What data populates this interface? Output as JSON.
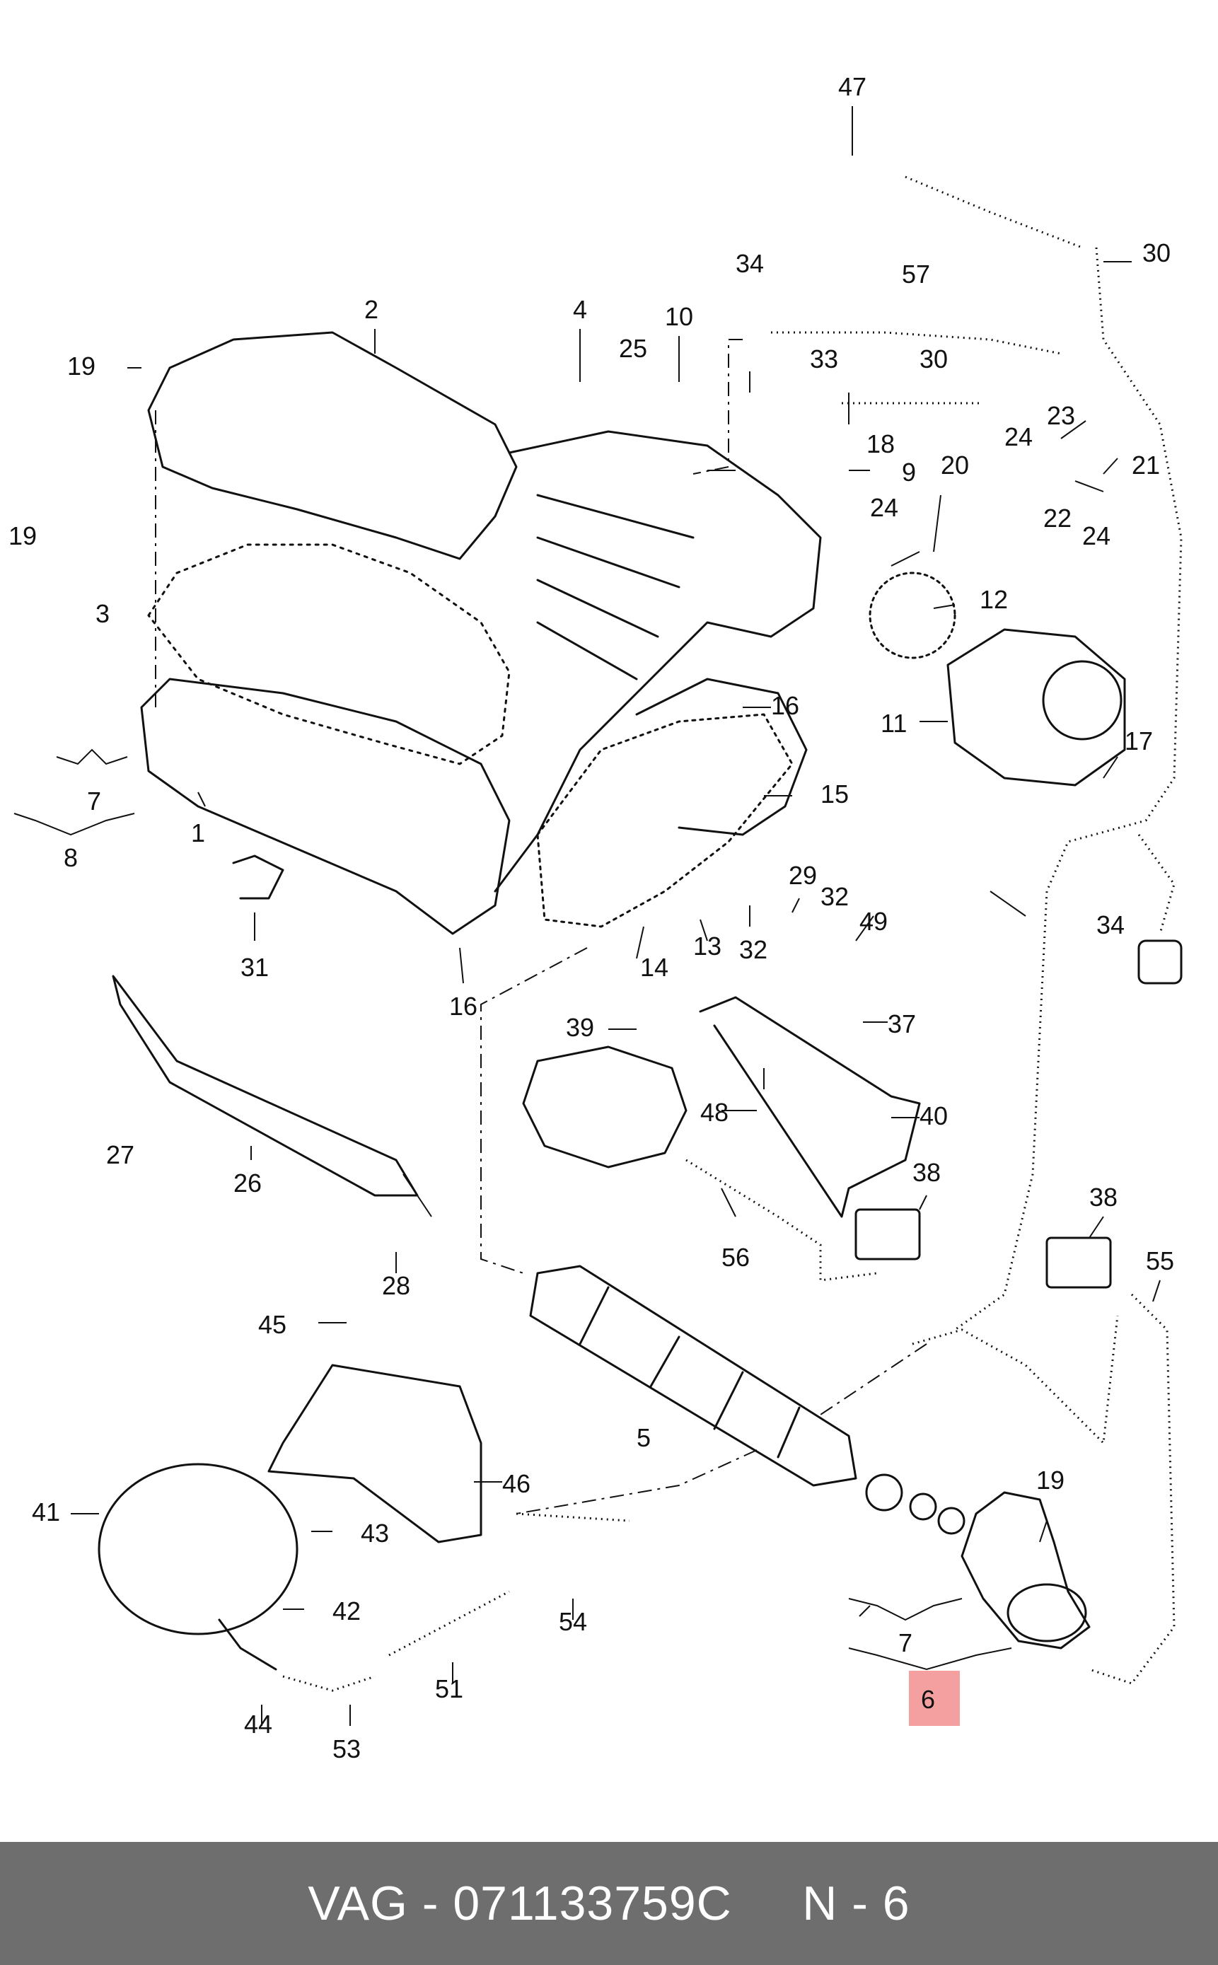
{
  "diagram": {
    "highlight_color": "#f4a0a0",
    "highlighted_callout": "6",
    "callouts": [
      {
        "id": "c1",
        "label": "1"
      },
      {
        "id": "c2",
        "label": "2"
      },
      {
        "id": "c3",
        "label": "3"
      },
      {
        "id": "c4",
        "label": "4"
      },
      {
        "id": "c5",
        "label": "5"
      },
      {
        "id": "c6",
        "label": "6"
      },
      {
        "id": "c7a",
        "label": "7"
      },
      {
        "id": "c7b",
        "label": "7"
      },
      {
        "id": "c8",
        "label": "8"
      },
      {
        "id": "c9",
        "label": "9"
      },
      {
        "id": "c10",
        "label": "10"
      },
      {
        "id": "c11",
        "label": "11"
      },
      {
        "id": "c12",
        "label": "12"
      },
      {
        "id": "c13",
        "label": "13"
      },
      {
        "id": "c14",
        "label": "14"
      },
      {
        "id": "c15",
        "label": "15"
      },
      {
        "id": "c16a",
        "label": "16"
      },
      {
        "id": "c16b",
        "label": "16"
      },
      {
        "id": "c17",
        "label": "17"
      },
      {
        "id": "c18",
        "label": "18"
      },
      {
        "id": "c19a",
        "label": "19"
      },
      {
        "id": "c19b",
        "label": "19"
      },
      {
        "id": "c19c",
        "label": "19"
      },
      {
        "id": "c20",
        "label": "20"
      },
      {
        "id": "c21",
        "label": "21"
      },
      {
        "id": "c22",
        "label": "22"
      },
      {
        "id": "c23",
        "label": "23"
      },
      {
        "id": "c24a",
        "label": "24"
      },
      {
        "id": "c24b",
        "label": "24"
      },
      {
        "id": "c24c",
        "label": "24"
      },
      {
        "id": "c25",
        "label": "25"
      },
      {
        "id": "c26",
        "label": "26"
      },
      {
        "id": "c27",
        "label": "27"
      },
      {
        "id": "c28",
        "label": "28"
      },
      {
        "id": "c29",
        "label": "29"
      },
      {
        "id": "c30a",
        "label": "30"
      },
      {
        "id": "c30b",
        "label": "30"
      },
      {
        "id": "c31",
        "label": "31"
      },
      {
        "id": "c32a",
        "label": "32"
      },
      {
        "id": "c32b",
        "label": "32"
      },
      {
        "id": "c33",
        "label": "33"
      },
      {
        "id": "c34a",
        "label": "34"
      },
      {
        "id": "c34b",
        "label": "34"
      },
      {
        "id": "c37",
        "label": "37"
      },
      {
        "id": "c38a",
        "label": "38"
      },
      {
        "id": "c38b",
        "label": "38"
      },
      {
        "id": "c39",
        "label": "39"
      },
      {
        "id": "c40",
        "label": "40"
      },
      {
        "id": "c41",
        "label": "41"
      },
      {
        "id": "c42",
        "label": "42"
      },
      {
        "id": "c43",
        "label": "43"
      },
      {
        "id": "c44",
        "label": "44"
      },
      {
        "id": "c45",
        "label": "45"
      },
      {
        "id": "c46",
        "label": "46"
      },
      {
        "id": "c47",
        "label": "47"
      },
      {
        "id": "c48",
        "label": "48"
      },
      {
        "id": "c49",
        "label": "49"
      },
      {
        "id": "c51",
        "label": "51"
      },
      {
        "id": "c53",
        "label": "53"
      },
      {
        "id": "c54",
        "label": "54"
      },
      {
        "id": "c55",
        "label": "55"
      },
      {
        "id": "c56",
        "label": "56"
      },
      {
        "id": "c57",
        "label": "57"
      }
    ]
  },
  "footer": {
    "text": "VAG - 071133759C     N - 6",
    "background": "#6e6e6e",
    "color": "#ffffff"
  }
}
